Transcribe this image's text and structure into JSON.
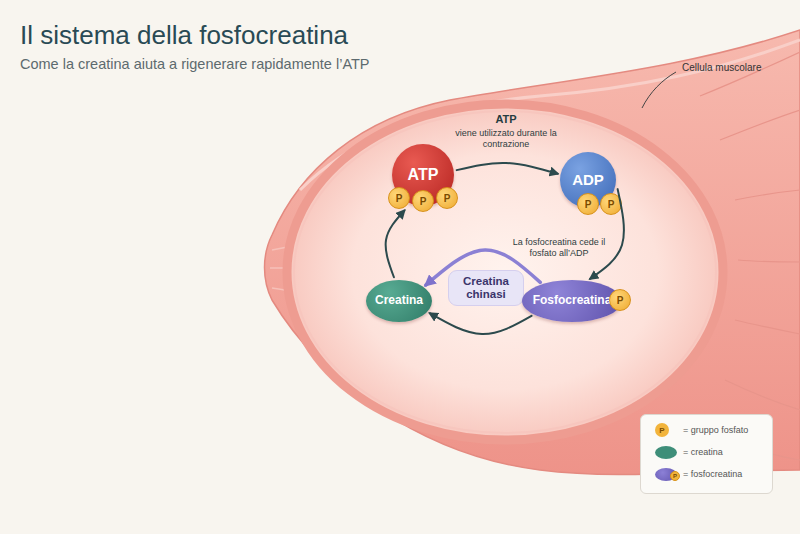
{
  "diagram": {
    "title": "Il sistema della fosfocreatina",
    "caption": "Come la creatina aiuta a rigenerare rapidamente l’ATP",
    "nodes": [
      {
        "text": [
          "Cellula muscolare"
        ]
      },
      {
        "text": [
          "ATP",
          "P",
          "P",
          "P"
        ],
        "in": 0
      },
      {
        "text": [
          "ADP",
          "P",
          "P"
        ],
        "in": 0
      },
      {
        "text": [
          "Creatina chinasi"
        ],
        "in": 0
      },
      {
        "text": [
          "Creatina"
        ],
        "in": 0
      },
      {
        "text": [
          "Fosfocreatina",
          "P"
        ],
        "in": 0
      }
    ],
    "edges": [
      {
        "from": 1,
        "to": 2,
        "arrow": "to",
        "label": "viene utilizzato durante la contrazione"
      },
      {
        "from": 2,
        "to": 5,
        "arrow": "to",
        "label": "La fosfocreatina cede il fosfato all’ADP"
      },
      {
        "from": 5,
        "to": 4,
        "arrow": "to"
      },
      {
        "from": 5,
        "to": 4,
        "arrow": "to"
      },
      {
        "from": 4,
        "to": 1,
        "arrow": "to"
      }
    ],
    "labels": [
      "ATP",
      "P",
      "P"
    ],
    "legend": [
      {
        "text": "= gruppo fosfato",
        "color": "#f2b43c"
      },
      {
        "text": "= creatina",
        "color": "#3e8e79"
      },
      {
        "text": "= fosfocreatina"
      }
    ]
  }
}
